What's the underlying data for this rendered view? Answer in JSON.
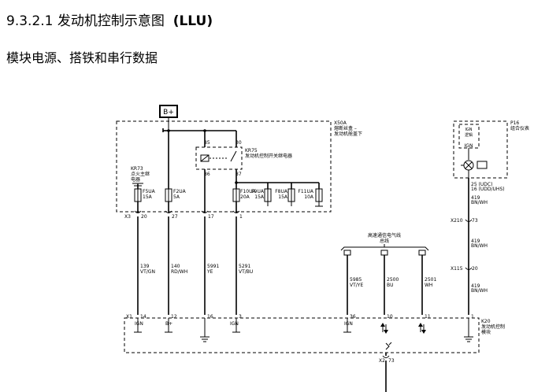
{
  "header": {
    "section": "9.3.2.1",
    "title": "发动机控制示意图",
    "variant": "(LLU)",
    "subtitle": "模块电源、搭铁和串行数据"
  },
  "power": {
    "label": "B+"
  },
  "fuse_block": {
    "name": "X50A",
    "desc_1": "熔断丝盒 –",
    "desc_2": "发动机舱盖下"
  },
  "relay_kr73": {
    "line_1": "KR73",
    "line_2": "点火主继",
    "line_3": "电器"
  },
  "relay_kr75": {
    "name": "KR75",
    "desc": "发动机控制开关继电器",
    "pins": [
      "85",
      "30",
      "86",
      "87"
    ]
  },
  "fuses": [
    {
      "name": "F5UA",
      "rating": "15A"
    },
    {
      "name": "F2UA",
      "rating": "5A"
    },
    {
      "name": "F10UA",
      "rating": "20A"
    },
    {
      "name": "F9UA",
      "rating": "15A"
    },
    {
      "name": "F8UA",
      "rating": "15A"
    },
    {
      "name": "F11UA",
      "rating": "10A"
    }
  ],
  "connector_x3": {
    "name": "X3",
    "pins": [
      "20",
      "27",
      "17",
      "1"
    ]
  },
  "wires_left": [
    {
      "circuit": "139",
      "color": "VT/GN"
    },
    {
      "circuit": "140",
      "color": "RD/WH"
    },
    {
      "circuit": "5991",
      "color": "YE"
    },
    {
      "circuit": "5291",
      "color": "VT/BU"
    }
  ],
  "can_bus": {
    "label": "高速通信电气线",
    "label_2": "总线"
  },
  "wires_bus": [
    {
      "circuit": "5985",
      "color": "VT/YE"
    },
    {
      "circuit": "2500",
      "color": "BU"
    },
    {
      "circuit": "2501",
      "color": "WH"
    }
  ],
  "cluster": {
    "name": "P16",
    "desc": "组合仪表",
    "inner_1": "IGN",
    "inner_2": "逻辑",
    "ign": "IGN"
  },
  "cluster_wire": {
    "pin_1": "25 (UDC)",
    "pin_2": "16 (UDD/UHS)",
    "circuit": "419",
    "color": "BN/WH"
  },
  "x210": {
    "name": "X210",
    "pin": "73",
    "circuit": "419",
    "color": "BN/WH"
  },
  "x115": {
    "name": "X115",
    "pin": "20",
    "circuit": "419",
    "color": "BN/WH"
  },
  "ecm": {
    "connector": "X1",
    "name": "K20",
    "desc_1": "发动机控制",
    "desc_2": "模块",
    "pins": [
      "14",
      "12",
      "16",
      "3",
      "36",
      "10",
      "11",
      "1"
    ],
    "labels": [
      "IGN",
      "B+",
      "IGN",
      "IGN"
    ]
  },
  "connector_x2": {
    "name": "X2",
    "pin": "73"
  }
}
